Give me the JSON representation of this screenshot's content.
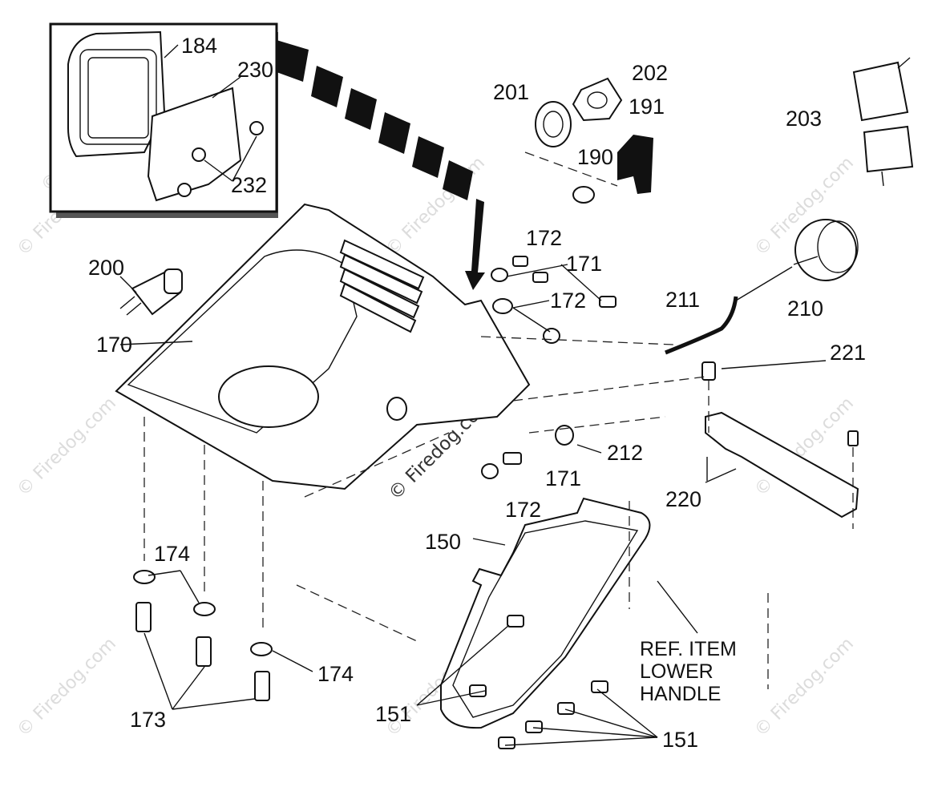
{
  "diagram": {
    "labels": {
      "l184": "184",
      "l230": "230",
      "l232": "232",
      "l201": "201",
      "l202": "202",
      "l191": "191",
      "l190": "190",
      "l203": "203",
      "l200": "200",
      "l172a": "172",
      "l171a": "171",
      "l172b": "172",
      "l211": "211",
      "l210": "210",
      "l170": "170",
      "l221": "221",
      "l212": "212",
      "l171b": "171",
      "l220": "220",
      "l172c": "172",
      "l150": "150",
      "l174a": "174",
      "l174b": "174",
      "l173": "173",
      "l151a": "151",
      "l151b": "151"
    },
    "note": {
      "line1": "REF. ITEM",
      "line2": "LOWER",
      "line3": "HANDLE"
    },
    "watermark": "© Firedog.com"
  }
}
